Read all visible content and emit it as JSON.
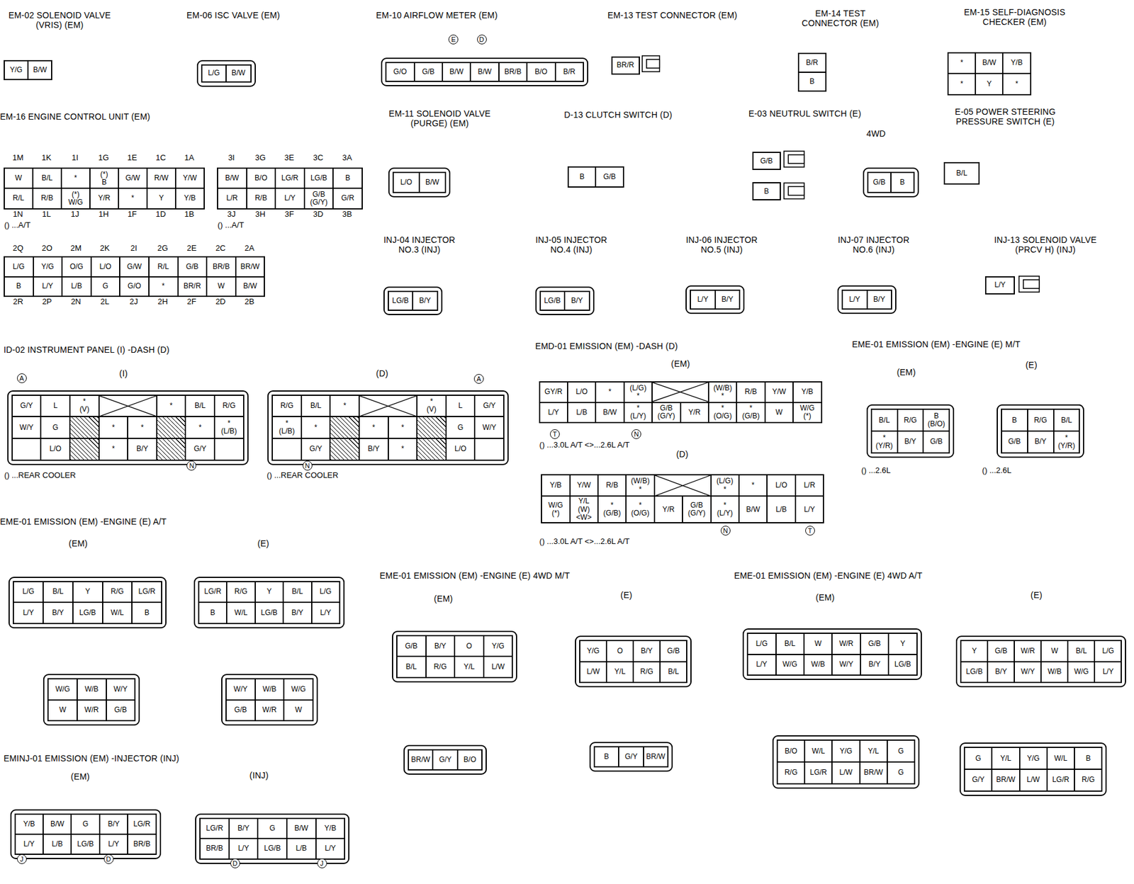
{
  "diagram": {
    "nodes": [
      {
        "text": [
          "EM-02 SOLENOID VALVE (VRIS) (EM)",
          "Y/G",
          "B/W"
        ]
      },
      {
        "text": [
          "EM-06 ISC VALVE (EM)",
          "L/G",
          "B/W"
        ]
      },
      {
        "text": [
          "EM-10 AIRFLOW METER (EM)",
          "G/O",
          "G/B",
          "B/W",
          "B/W",
          "BR/B",
          "B/O",
          "B/R"
        ]
      },
      {
        "text": [
          "EM-13 TEST CONNECTOR (EM)",
          "BR/R"
        ]
      },
      {
        "text": [
          "EM-14 TEST CONNECTOR (EM)",
          "B/R",
          "B"
        ]
      },
      {
        "text": [
          "EM-15 SELF-DIAGNOSIS CHECKER (EM)",
          "*",
          "B/W",
          "Y/B",
          "*",
          "Y",
          "*"
        ]
      },
      {
        "text": [
          "EM-16 ENGINE CONTROL UNIT (EM)",
          "W",
          "B/L",
          "*",
          "(*) B",
          "G/W",
          "R/W",
          "Y/W",
          "R/L",
          "R/B",
          "(*) W/G",
          "Y/R",
          "*",
          "Y",
          "Y/B",
          "B/W",
          "B/O",
          "LG/R",
          "LG/B",
          "B",
          "L/R",
          "R/B",
          "L/Y",
          "G/B (G/Y)",
          "G/R",
          "L/G",
          "Y/G",
          "O/G",
          "L/O",
          "G/W",
          "R/L",
          "G/B",
          "BR/B",
          "BR/W",
          "B",
          "L/Y",
          "L/B",
          "G",
          "G/O",
          "*",
          "BR/R",
          "W",
          "B/W"
        ]
      },
      {
        "text": [
          "EM-11 SOLENOID VALVE (PURGE) (EM)",
          "L/O",
          "B/W"
        ]
      },
      {
        "text": [
          "D-13 CLUTCH SWITCH (D)",
          "B",
          "G/B"
        ]
      },
      {
        "text": [
          "E-03 NEUTRUL SWITCH (E)",
          "G/B",
          "B",
          "4WD",
          "G/B",
          "B"
        ]
      },
      {
        "text": [
          "E-05 POWER STEERING PRESSURE SWITCH (E)",
          "B/L"
        ]
      },
      {
        "text": [
          "INJ-04 INJECTOR NO.3 (INJ)",
          "LG/B",
          "B/Y"
        ]
      },
      {
        "text": [
          "INJ-05 INJECTOR NO.4 (INJ)",
          "LG/B",
          "B/Y"
        ]
      },
      {
        "text": [
          "INJ-06 INJECTOR NO.5 (INJ)",
          "L/Y",
          "B/Y"
        ]
      },
      {
        "text": [
          "INJ-07 INJECTOR NO.6 (INJ)",
          "L/Y",
          "B/Y"
        ]
      },
      {
        "text": [
          "INJ-13 SOLENOID VALVE (PRCV H) (INJ)",
          "L/Y"
        ]
      },
      {
        "text": [
          "ID-02 INSTRUMENT PANEL (I) -DASH (D)",
          "(I)",
          "G/Y",
          "L",
          "* (V)",
          "*",
          "B/L",
          "R/G",
          "W/Y",
          "G",
          "*",
          "*",
          "*",
          "* (L/B)",
          "L/O",
          "*",
          "B/Y",
          "G/Y",
          "(D)",
          "R/G",
          "B/L",
          "*",
          "* (V)",
          "L",
          "G/Y",
          "* (L/B)",
          "*",
          "*",
          "*",
          "G",
          "W/Y",
          "G/Y",
          "B/Y",
          "*",
          "L/O"
        ]
      },
      {
        "text": [
          "EMD-01 EMISSION (EM) -DASH (D)",
          "(EM)",
          "GY/R",
          "L/O",
          "*",
          "(L/G) *",
          "(W/B) *",
          "R/B",
          "Y/W",
          "Y/B",
          "L/Y",
          "L/B",
          "B/W",
          "* (L/Y)",
          "G/B (G/Y)",
          "Y/R",
          "* (O/G)",
          "* (G/B)",
          "W",
          "W/G (*)",
          "(D)",
          "Y/B",
          "Y/W",
          "R/B",
          "(W/B) *",
          "(L/G) *",
          "*",
          "L/O",
          "L/R",
          "W/G (*)",
          "Y/L (W) <W>",
          "* (G/B)",
          "* (O/G)",
          "Y/R",
          "G/B (G/Y)",
          "* (L/Y)",
          "B/W",
          "L/B",
          "L/Y"
        ]
      },
      {
        "text": [
          "EME-01 EMISSION (EM) -ENGINE (E) M/T",
          "(EM)",
          "B/L",
          "R/G",
          "B (B/O)",
          "* (Y/R)",
          "B/Y",
          "G/B",
          "(E)",
          "B",
          "R/G",
          "B/L",
          "G/B",
          "B/Y",
          "* (Y/R)"
        ]
      },
      {
        "text": [
          "EME-01 EMISSION (EM) -ENGINE (E) A/T",
          "(EM)",
          "L/G",
          "B/L",
          "Y",
          "R/G",
          "LG/R",
          "L/Y",
          "B/Y",
          "LG/B",
          "W/L",
          "B",
          "W/G",
          "W/B",
          "W/Y",
          "W",
          "W/R",
          "G/B",
          "(E)",
          "LG/R",
          "R/G",
          "Y",
          "B/L",
          "L/G",
          "B",
          "W/L",
          "LG/B",
          "B/Y",
          "L/Y",
          "W/Y",
          "W/B",
          "W/G",
          "G/B",
          "W/R",
          "W"
        ]
      },
      {
        "text": [
          "EME-01 EMISSION (EM) -ENGINE (E) 4WD M/T",
          "(EM)",
          "G/B",
          "B/Y",
          "O",
          "Y/G",
          "B/L",
          "R/G",
          "Y/L",
          "L/W",
          "BR/W",
          "G/Y",
          "B/O",
          "(E)",
          "Y/G",
          "O",
          "B/Y",
          "G/B",
          "L/W",
          "Y/L",
          "R/G",
          "B/L",
          "B",
          "G/Y",
          "BR/W"
        ]
      },
      {
        "text": [
          "EME-01 EMISSION (EM) -ENGINE (E) 4WD A/T",
          "(EM)",
          "L/G",
          "B/L",
          "W",
          "W/R",
          "G/B",
          "Y",
          "L/Y",
          "W/G",
          "W/B",
          "W/Y",
          "B/Y",
          "LG/B",
          "B/O",
          "W/L",
          "Y/G",
          "Y/L",
          "G",
          "R/G",
          "LG/R",
          "L/W",
          "BR/W",
          "G",
          "(E)",
          "Y",
          "G/B",
          "W/R",
          "W",
          "B/L",
          "L/G",
          "LG/B",
          "B/Y",
          "W/Y",
          "W/B",
          "W/G",
          "L/Y",
          "G",
          "Y/L",
          "Y/G",
          "W/L",
          "B",
          "G/Y",
          "BR/W",
          "L/W",
          "LG/R",
          "R/G"
        ]
      },
      {
        "text": [
          "EMINJ-01 EMISSION (EM) -INJECTOR (INJ)",
          "(EM)",
          "Y/B",
          "B/W",
          "G",
          "B/Y",
          "LG/R",
          "L/Y",
          "L/B",
          "LG/B",
          "L/Y",
          "BR/B",
          "(INJ)",
          "LG/R",
          "B/Y",
          "G",
          "B/W",
          "Y/B",
          "BR/B",
          "L/Y",
          "LG/B",
          "L/B",
          "L/Y"
        ]
      }
    ],
    "labels": [
      "E",
      "D",
      "1M",
      "1K",
      "1I",
      "1G",
      "1E",
      "1C",
      "1A",
      "1N",
      "1L",
      "1J",
      "1H",
      "1F",
      "1D",
      "1B",
      "() ...A/T",
      "3I",
      "3G",
      "3E",
      "3C",
      "3A",
      "3J",
      "3H",
      "3F",
      "3D",
      "3B",
      "() ...A/T",
      "2Q",
      "2O",
      "2M",
      "2K",
      "2I",
      "2G",
      "2E",
      "2C",
      "2A",
      "2R",
      "2P",
      "2N",
      "2L",
      "2J",
      "2H",
      "2F",
      "2D",
      "2B",
      "A",
      "N",
      "() ...REAR COOLER",
      "A",
      "N",
      "() ...REAR COOLER",
      "T",
      "N",
      "() ...3.0L A/T <>...2.6L A/T",
      "N",
      "T",
      "() ...3.0L A/T <>...2.6L A/T",
      "() ...2.6L",
      "() ...2.6L",
      "J",
      "D",
      "D",
      "J"
    ]
  }
}
